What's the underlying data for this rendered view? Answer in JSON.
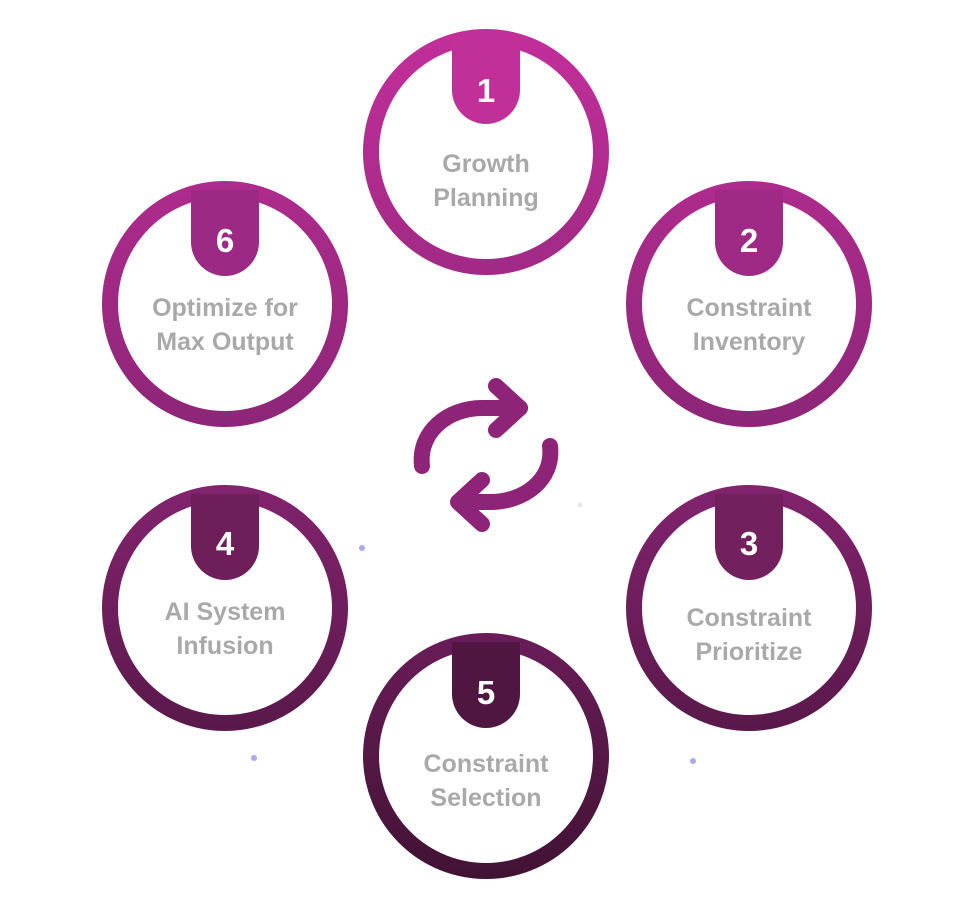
{
  "steps": [
    {
      "number": "1",
      "line1": "Growth",
      "line2": "Planning",
      "color": "#c12f99"
    },
    {
      "number": "2",
      "line1": "Constraint",
      "line2": "Inventory",
      "color": "#9e2a86"
    },
    {
      "number": "3",
      "line1": "Constraint",
      "line2": "Prioritize",
      "color": "#73205f"
    },
    {
      "number": "4",
      "line1": "AI System",
      "line2": "Infusion",
      "color": "#6e1f5a"
    },
    {
      "number": "5",
      "line1": "Constraint",
      "line2": "Selection",
      "color": "#4e1640"
    },
    {
      "number": "6",
      "line1": "Optimize for",
      "line2": "Max Output",
      "color": "#9c2a85"
    }
  ],
  "center_icon": {
    "name": "refresh-cycle-icon",
    "color": "#8d2478"
  },
  "colors": {
    "label_gray": "#a9a9a9",
    "dot_lavender": "#a9aaf0"
  }
}
